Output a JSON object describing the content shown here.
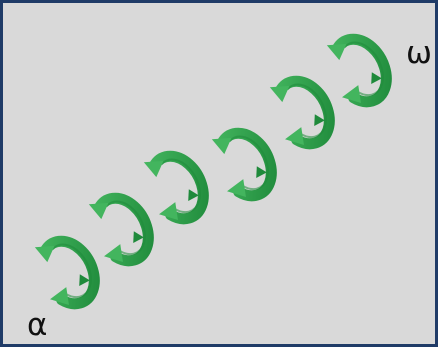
{
  "diagram": {
    "start_label": "α",
    "end_label": "ω",
    "loop_count": 6,
    "colors": {
      "background": "#d9d9d9",
      "border": "#1f3b67",
      "arrow_light": "#43b55e",
      "arrow_dark": "#1f8a3b",
      "label": "#111111"
    }
  }
}
